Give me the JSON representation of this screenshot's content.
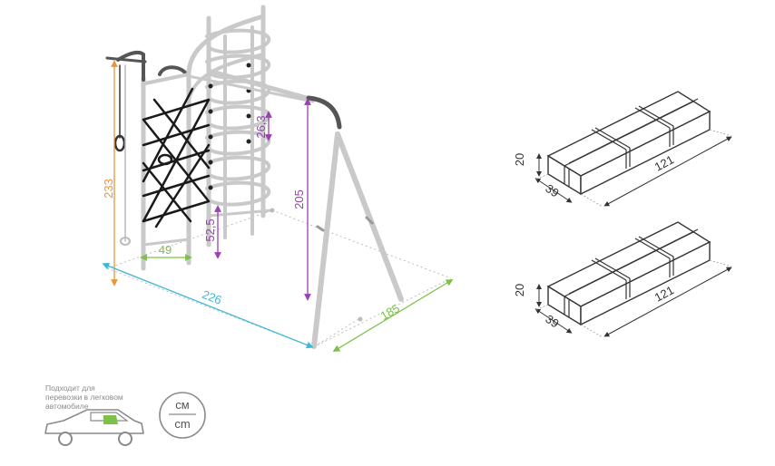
{
  "structure": {
    "height": "233",
    "length": "226",
    "width": "185",
    "swing_beam_height": "205",
    "ladder_width": "49",
    "rung_height": "52,5",
    "rung_step": "26,3"
  },
  "packages": [
    {
      "height": "20",
      "width": "39",
      "length": "121"
    },
    {
      "height": "20",
      "width": "39",
      "length": "121"
    }
  ],
  "footer": {
    "note_lines": [
      "Подходит для",
      "перевозки в легковом",
      "автомобиле"
    ],
    "unit_top": "см",
    "unit_bottom": "cm"
  },
  "colors": {
    "height": "#e8963a",
    "length": "#3fb8d4",
    "width": "#7cc24a",
    "purple": "#9b3fb5",
    "frame": "#c9c9c9",
    "frame_dark": "#555555",
    "net": "#1a1a1a",
    "car_accent": "#7cc24a"
  }
}
